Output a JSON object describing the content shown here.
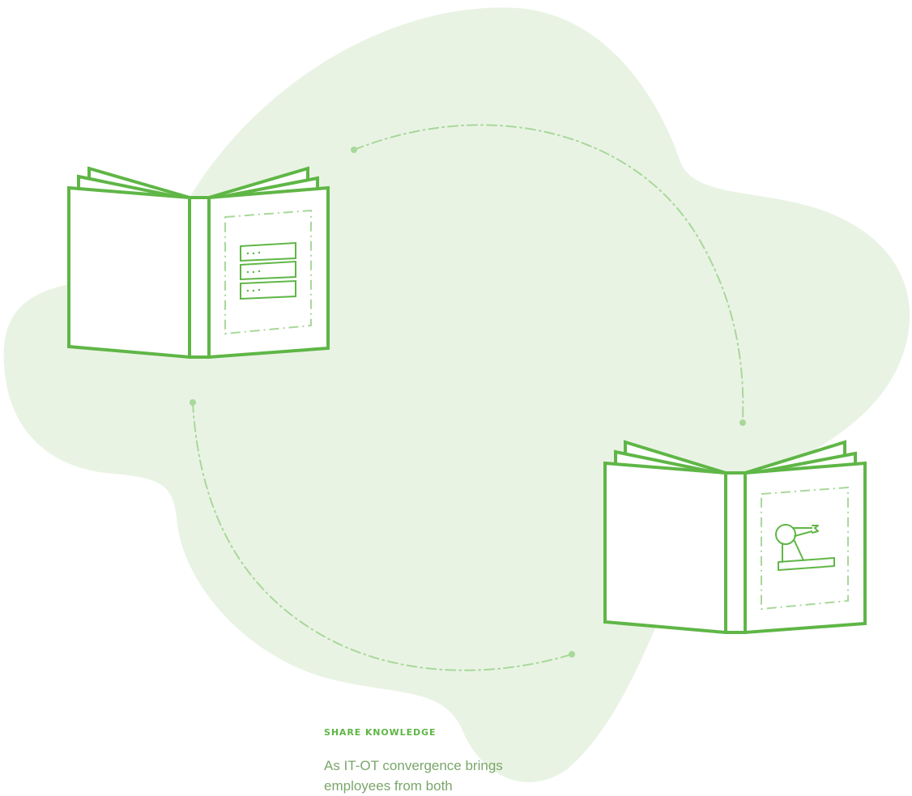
{
  "section": {
    "label": "SHARE KNOWLEDGE",
    "body": "As IT-OT convergence brings employees from both"
  },
  "colors": {
    "brand_green": "#5fb646",
    "blob_fill": "#e9f3e4",
    "dashed_light": "#a8d89a",
    "text_green": "#7aa76a"
  },
  "icons": {
    "left_book": "open-book-with-server-rack",
    "right_book": "open-book-with-robotic-arm",
    "cycle": "dash-dot-circular-arrows"
  }
}
